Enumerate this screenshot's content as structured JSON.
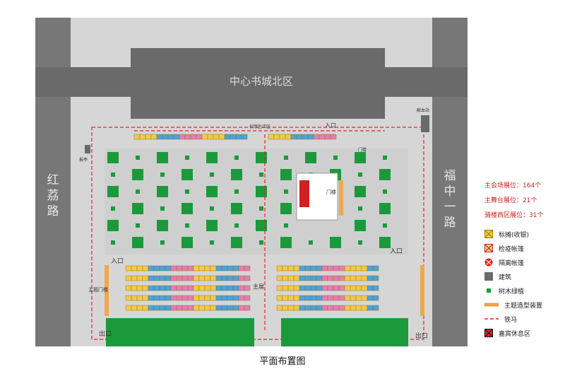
{
  "map": {
    "north_building": "中心书城北区",
    "west_road": "红荔路",
    "east_road": "福中一路",
    "zone_labels": [
      "创意生活区",
      "主展",
      "门楼"
    ],
    "small_labels": [
      "报亭",
      "献血站",
      "门楼",
      "主题门楼"
    ],
    "entrances": [
      "入口",
      "入口",
      "入口"
    ],
    "exits": [
      "出口",
      "出口"
    ]
  },
  "summary": [
    "主会场展位：164个",
    "主舞台展位：21个",
    "骑楼西区展位：31个"
  ],
  "legend": [
    {
      "icon": "booth-cashier-icon",
      "label": "标摊(收银)"
    },
    {
      "icon": "quarantine-tent-icon",
      "label": "检疫帐篷"
    },
    {
      "icon": "isolation-tent-icon",
      "label": "隔离帐篷"
    },
    {
      "icon": "building-icon",
      "label": "建筑"
    },
    {
      "icon": "tree-icon",
      "label": "树木绿植"
    },
    {
      "icon": "theme-installation-icon",
      "label": "主题造型装置"
    },
    {
      "icon": "barrier-icon",
      "label": "铁马"
    },
    {
      "icon": "vip-lounge-icon",
      "label": "嘉宾休息区"
    }
  ],
  "colors": {
    "plaza": "#d8d8d8",
    "building": "#6f6f6f",
    "tree": "#1a9a3a",
    "barrier": "#e32222",
    "theme": "#f0a84a",
    "booth_yellow": "#f2c94c",
    "booth_blue": "#4aa3df",
    "booth_pink": "#e77bb6"
  },
  "caption": "平面布置图"
}
